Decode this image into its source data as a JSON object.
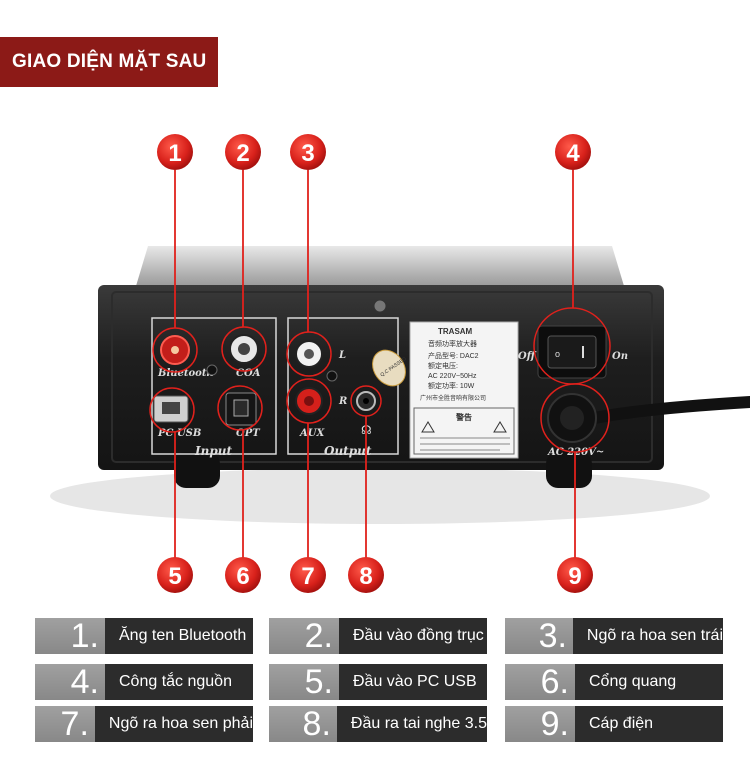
{
  "header": {
    "title": "GIAO DIỆN MẶT SAU"
  },
  "device": {
    "brand": "TRASAM",
    "panel_labels": {
      "bluetooth": "Bluetooth",
      "coa": "COA",
      "pc_usb": "PC USB",
      "opt": "OPT",
      "input": "Input",
      "aux": "AUX",
      "output": "Output",
      "left": "L",
      "right": "R",
      "off": "Off",
      "on": "On",
      "ac": "AC 220V~",
      "qc": "Q.C PASSED"
    },
    "sticker_lines": [
      "音频功率放大器",
      "产品型号: DAC2",
      "额定电压:",
      "AC 220V~50Hz",
      "额定功率: 10W",
      "广州市全胜音响有限公司",
      "警告"
    ]
  },
  "markers": [
    "1",
    "2",
    "3",
    "4",
    "5",
    "6",
    "7",
    "8",
    "9"
  ],
  "legend": [
    {
      "num": "1.",
      "label": "Ăng ten Bluetooth"
    },
    {
      "num": "2.",
      "label": "Đầu vào đồng trục"
    },
    {
      "num": "3.",
      "label": "Ngõ ra hoa sen trái"
    },
    {
      "num": "4.",
      "label": "Công tắc nguồn"
    },
    {
      "num": "5.",
      "label": "Đầu vào PC USB"
    },
    {
      "num": "6.",
      "label": "Cổng quang"
    },
    {
      "num": "7.",
      "label": "Ngõ ra hoa sen phải"
    },
    {
      "num": "8.",
      "label": "Đầu ra tai nghe 3.5"
    },
    {
      "num": "9.",
      "label": "Cáp điện"
    }
  ],
  "colors": {
    "header_bg": "#8c1a17",
    "marker_red": "#e0211c",
    "device_body": "#1a1a1a"
  }
}
